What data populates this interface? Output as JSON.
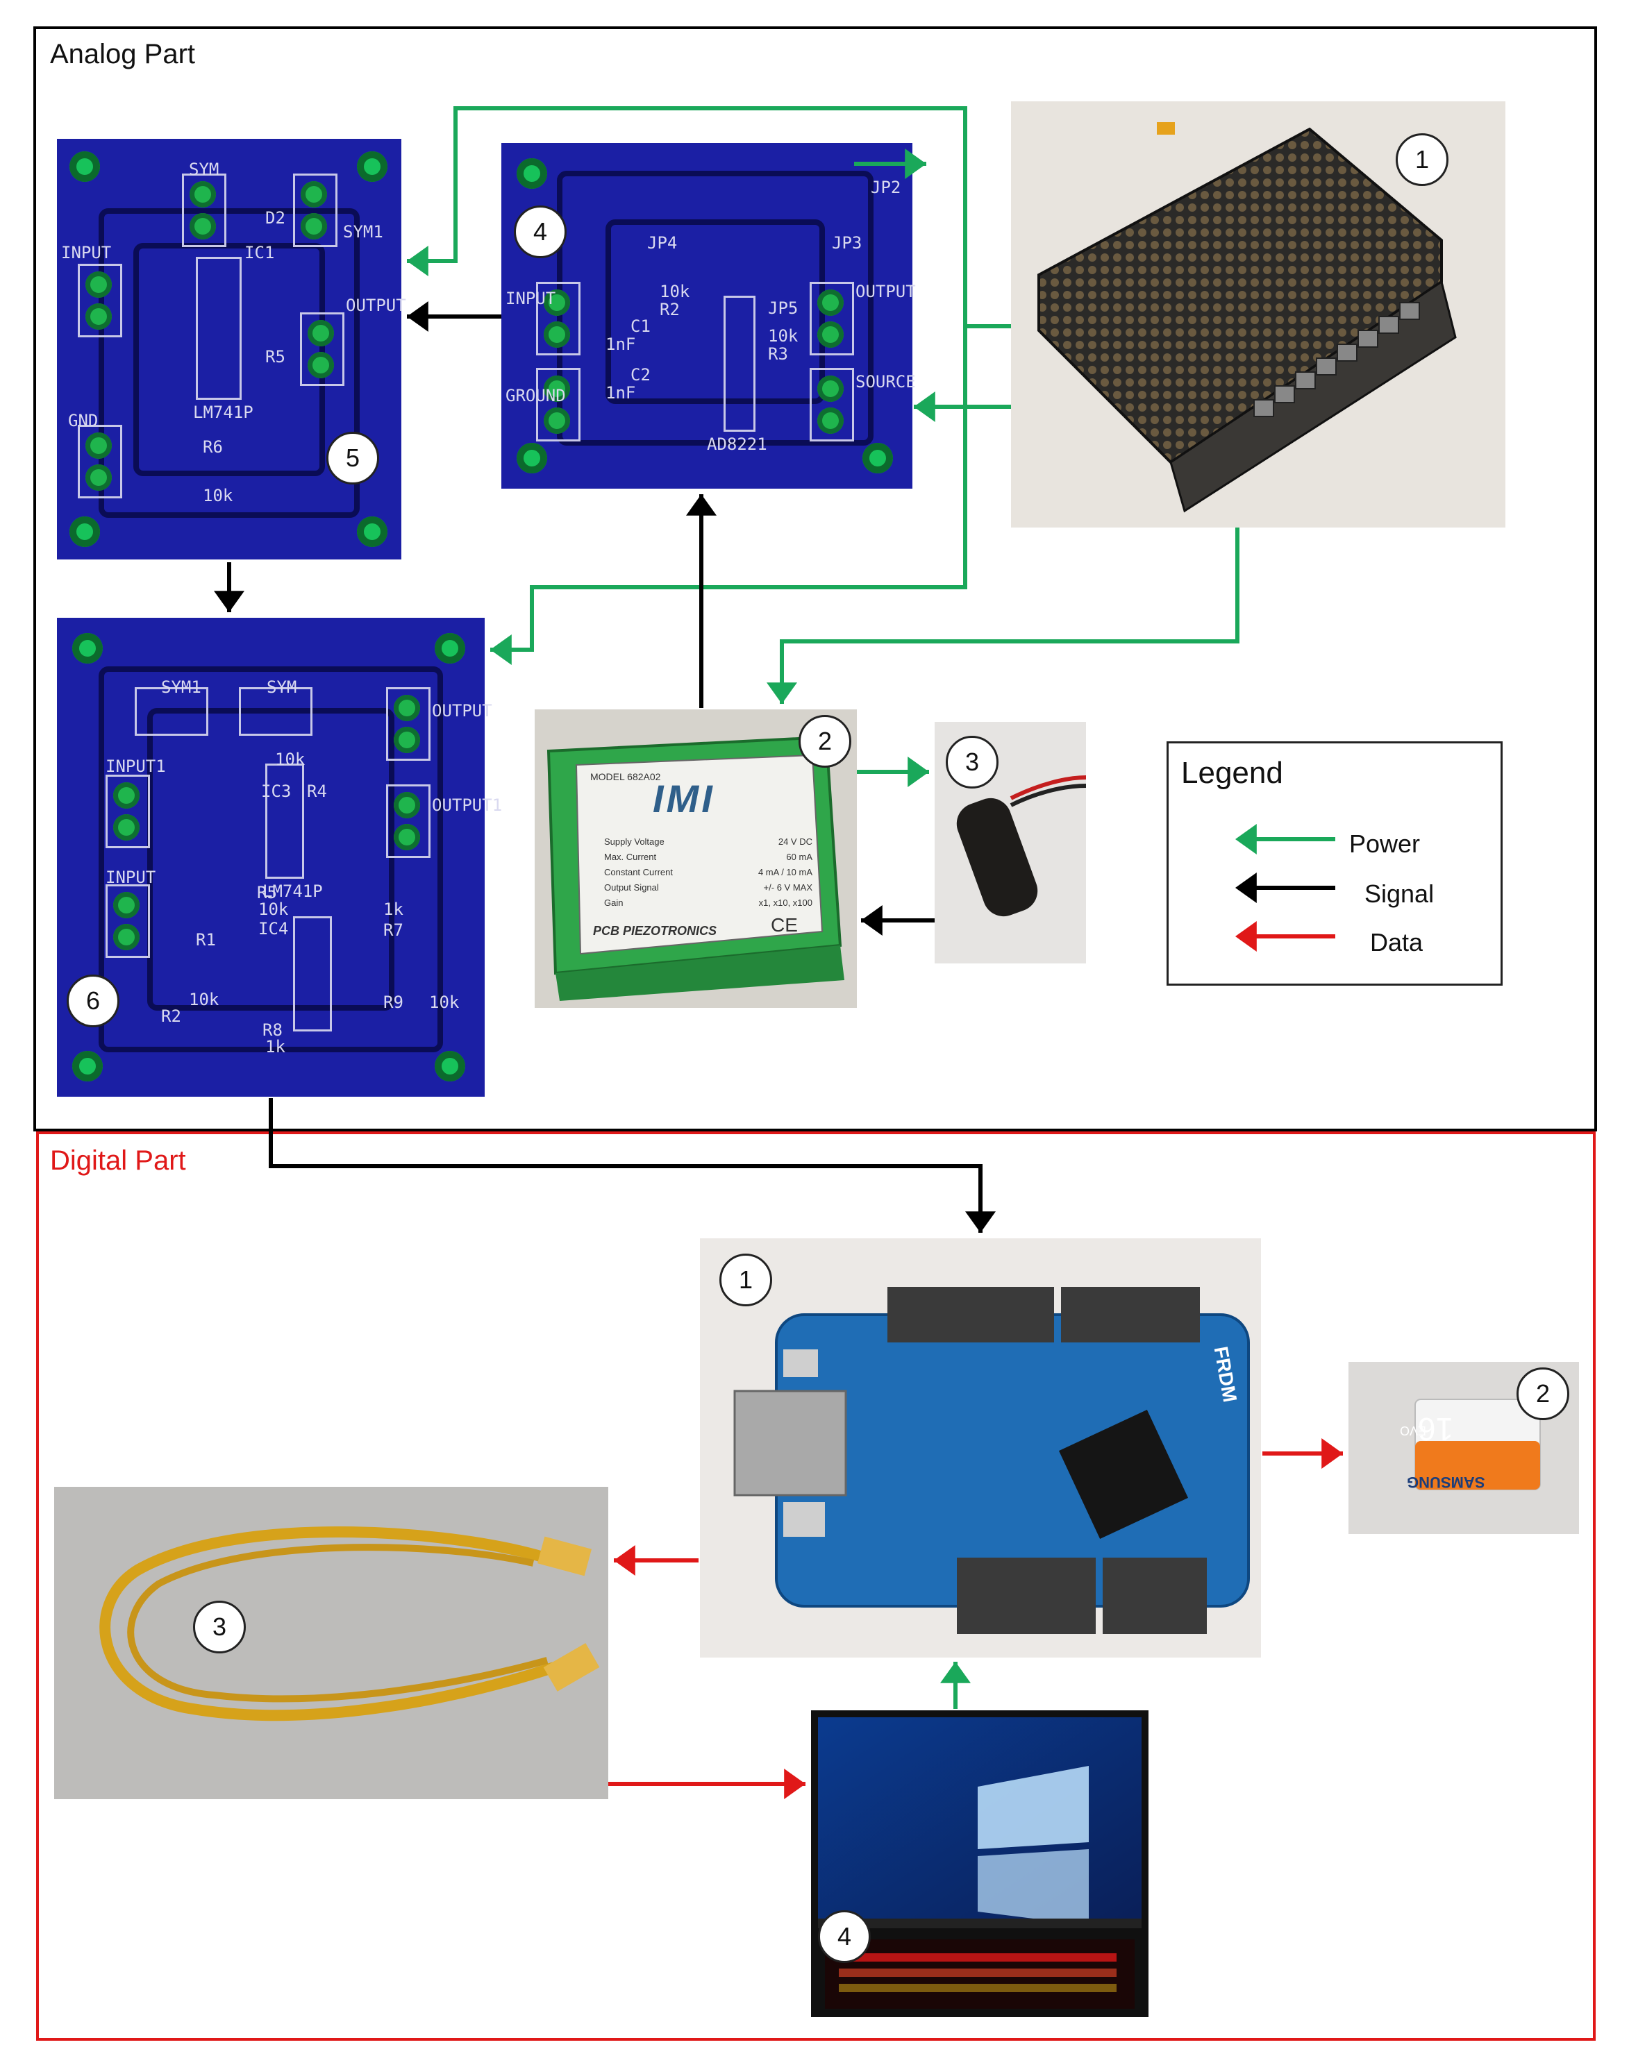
{
  "sections": {
    "analog": "Analog Part",
    "digital": "Digital Part"
  },
  "legend": {
    "title": "Legend",
    "items": [
      {
        "label": "Power",
        "color": "#1aa85a"
      },
      {
        "label": "Signal",
        "color": "#000000"
      },
      {
        "label": "Data",
        "color": "#e01818"
      }
    ]
  },
  "analog_components": {
    "power_supply": "1",
    "conditioner": "2",
    "sensor": "3",
    "pcb_adc": "4",
    "pcb_filter": "5",
    "pcb_amp": "6"
  },
  "digital_components": {
    "frdm_board": "1",
    "sd_card": "2",
    "ethernet_cable": "3",
    "laptop": "4"
  },
  "module_label": {
    "model": "MODEL 682A02",
    "brand": "IMI",
    "specs": [
      {
        "name": "Supply Voltage",
        "value": "24 V DC"
      },
      {
        "name": "Max. Current",
        "value": "60 mA"
      },
      {
        "name": "Constant Current",
        "value": "4 mA / 10 mA"
      },
      {
        "name": "Output Signal",
        "value": "+/- 6 V MAX"
      },
      {
        "name": "Gain",
        "value": "x1, x10, x100"
      }
    ],
    "maker": "PCB PIEZOTRONICS",
    "mark": "CE"
  },
  "pcb_labels": {
    "adc": [
      "JP2",
      "JP4",
      "JP3",
      "10k",
      "R2",
      "C1",
      "1nF",
      "INPUT",
      "GROUND",
      "AD8221",
      "JP5",
      "R3",
      "10k",
      "OUTPUT",
      "SOURCE",
      "C2",
      "1nF"
    ],
    "filter": [
      "SYM",
      "SYM1",
      "INPUT",
      "LM741P",
      "IC1",
      "OUTPUT",
      "GND",
      "R6",
      "10k",
      "D2",
      "R5"
    ],
    "amp": [
      "SYM1",
      "SYM",
      "OUTPUT",
      "INPUT1",
      "10k",
      "IC3",
      "R4",
      "LM741P",
      "OUTPUT1",
      "INPUT",
      "R5",
      "10k",
      "1k",
      "R7",
      "R1",
      "IC4",
      "R2",
      "10k",
      "R8",
      "1k",
      "R9",
      "10k"
    ]
  },
  "sd_card_text": {
    "capacity": "16",
    "line": "EVO",
    "brand": "SAMSUNG"
  },
  "board_text": {
    "name": "FRDM"
  }
}
